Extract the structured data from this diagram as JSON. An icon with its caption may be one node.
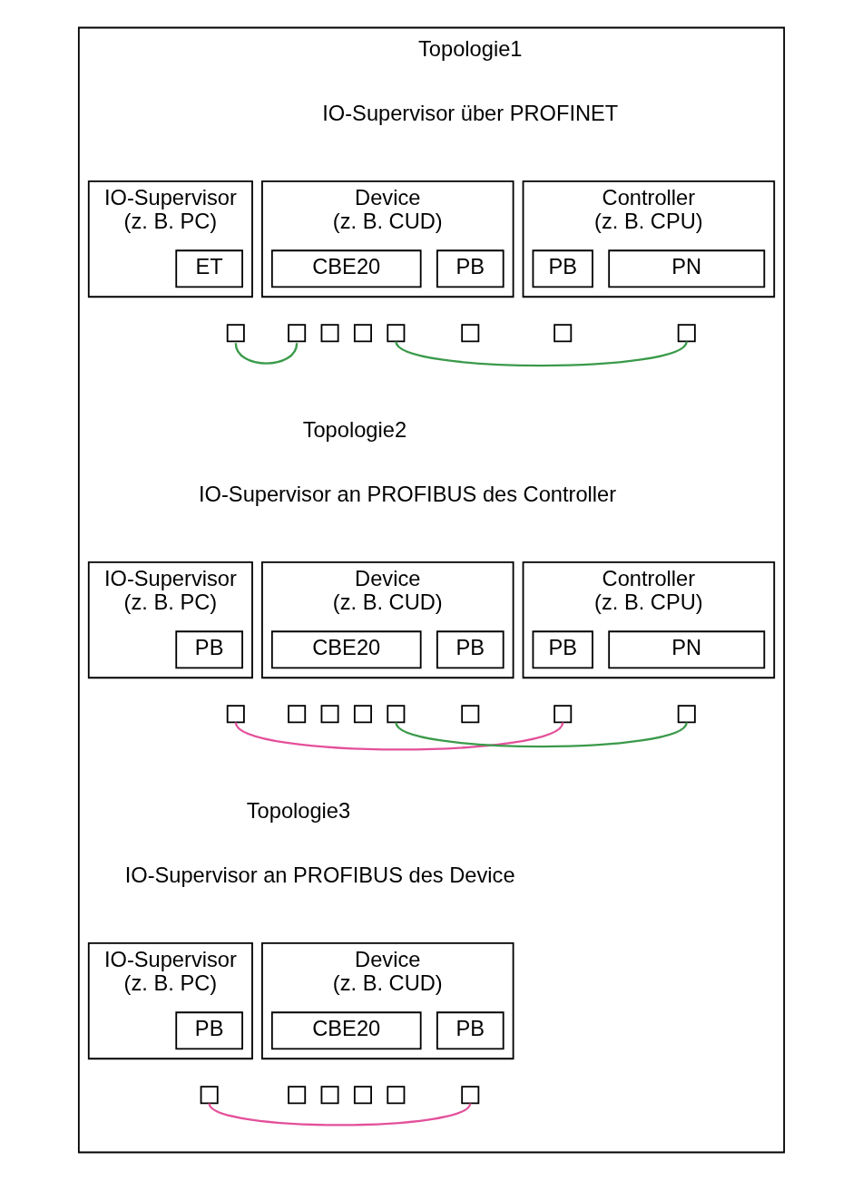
{
  "diagram": {
    "nodes": [
      {
        "text": [],
        "shape": "box"
      },
      {
        "text": [
          "IO-Supervisor",
          "(z. B. PC)"
        ],
        "in": 0
      },
      {
        "text": [
          "ET"
        ],
        "in": 1
      },
      {
        "text": [
          "Device",
          "(z. B. CUD)"
        ],
        "in": 0
      },
      {
        "text": [
          "CBE20"
        ],
        "in": 3
      },
      {
        "text": [
          "PB"
        ],
        "in": 3
      },
      {
        "text": [
          "Controller",
          "(z. B. CPU)"
        ],
        "in": 0
      },
      {
        "text": [
          "PB"
        ],
        "in": 6
      },
      {
        "text": [
          "PN"
        ],
        "in": 6
      },
      {
        "text": [],
        "shape": "box",
        "in": 0
      },
      {
        "text": [],
        "shape": "box",
        "in": 0
      },
      {
        "text": [],
        "shape": "box",
        "in": 0
      },
      {
        "text": [],
        "shape": "box",
        "in": 0
      },
      {
        "text": [],
        "shape": "box",
        "in": 0
      },
      {
        "text": [],
        "shape": "box",
        "in": 0
      },
      {
        "text": [],
        "shape": "box",
        "in": 0
      },
      {
        "text": [],
        "shape": "box",
        "in": 0
      },
      {
        "text": [
          "IO-Supervisor",
          "(z. B. PC)"
        ],
        "in": 0
      },
      {
        "text": [
          "PB"
        ],
        "in": 17
      },
      {
        "text": [
          "Device",
          "(z. B. CUD)"
        ],
        "in": 0
      },
      {
        "text": [
          "CBE20"
        ],
        "in": 19
      },
      {
        "text": [
          "PB"
        ],
        "in": 19
      },
      {
        "text": [
          "Controller",
          "(z. B. CPU)"
        ],
        "in": 0
      },
      {
        "text": [
          "PB"
        ],
        "in": 22
      },
      {
        "text": [
          "PN"
        ],
        "in": 22
      },
      {
        "text": [],
        "shape": "box",
        "in": 0
      },
      {
        "text": [],
        "shape": "box",
        "in": 0
      },
      {
        "text": [],
        "shape": "box",
        "in": 0
      },
      {
        "text": [],
        "shape": "box",
        "in": 0
      },
      {
        "text": [],
        "shape": "box",
        "in": 0
      },
      {
        "text": [],
        "shape": "box",
        "in": 0
      },
      {
        "text": [],
        "shape": "box",
        "in": 0
      },
      {
        "text": [],
        "shape": "box",
        "in": 0
      },
      {
        "text": [
          "IO-Supervisor",
          "(z. B. PC)"
        ],
        "in": 0
      },
      {
        "text": [
          "PB"
        ],
        "in": 33
      },
      {
        "text": [
          "Device",
          "(z. B. CUD)"
        ],
        "in": 0
      },
      {
        "text": [
          "CBE20"
        ],
        "in": 35
      },
      {
        "text": [
          "PB"
        ],
        "in": 35
      },
      {
        "text": [],
        "shape": "box",
        "in": 0
      },
      {
        "text": [],
        "shape": "box",
        "in": 0
      },
      {
        "text": [],
        "shape": "box",
        "in": 0
      },
      {
        "text": [],
        "shape": "box",
        "in": 0
      },
      {
        "text": [],
        "shape": "box",
        "in": 0
      },
      {
        "text": [],
        "shape": "box",
        "in": 0
      }
    ],
    "edges": [
      {
        "from": 9,
        "to": 10,
        "arrow": "none",
        "color": "#3a9a4a"
      },
      {
        "from": 13,
        "to": 16,
        "arrow": "none",
        "color": "#3a9a4a"
      },
      {
        "from": 25,
        "to": 31,
        "arrow": "none",
        "color": "#e4509a"
      },
      {
        "from": 29,
        "to": 32,
        "arrow": "none",
        "color": "#3a9a4a"
      },
      {
        "from": 38,
        "to": 43,
        "arrow": "none",
        "color": "#e4509a"
      }
    ],
    "labels": [
      "Topologie1",
      "IO-Supervisor über PROFINET",
      "Topologie2",
      "IO-Supervisor an PROFIBUS des Controller",
      "Topologie3",
      "IO-Supervisor an PROFIBUS des Device"
    ]
  }
}
